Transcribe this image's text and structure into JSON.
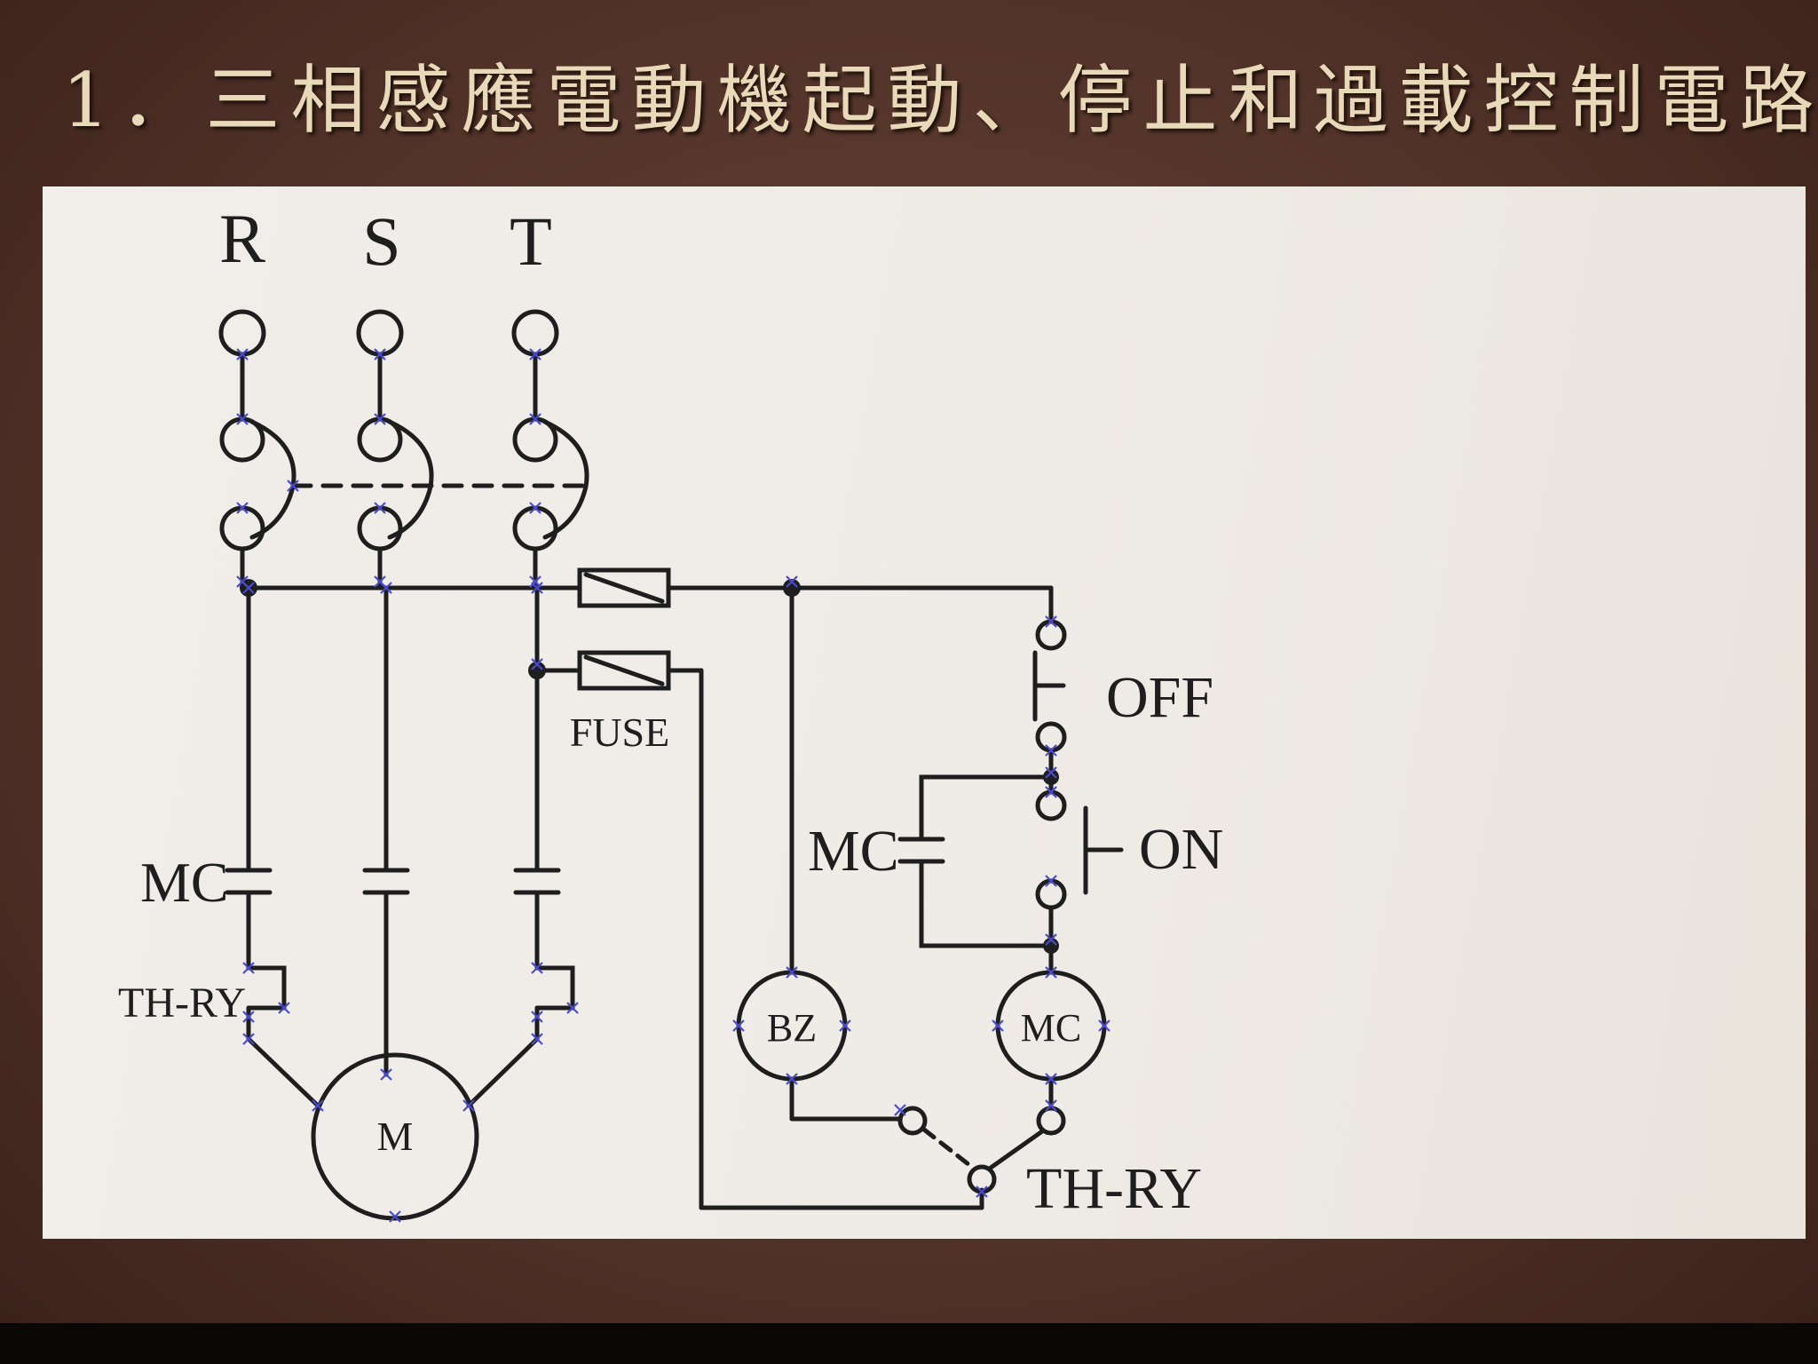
{
  "slide": {
    "title": "1．三相感應電動機起動、停止和過載控制電路"
  },
  "diagram": {
    "phases": [
      "R",
      "S",
      "T"
    ],
    "fuse_label": "FUSE",
    "off_label": "OFF",
    "on_label": "ON",
    "mc_contact_label": "MC",
    "mc_aux_label": "MC",
    "th_ry_main_label": "TH-RY",
    "th_ry_control_label": "TH-RY",
    "buzzer_label": "BZ",
    "coil_label": "MC",
    "motor_label": "M"
  },
  "colors": {
    "background": "#53342a",
    "title": "#e8d9b8",
    "panel": "#efebe6",
    "wire": "#1e1e1e",
    "terminal_marker": "#4a4ad0"
  }
}
